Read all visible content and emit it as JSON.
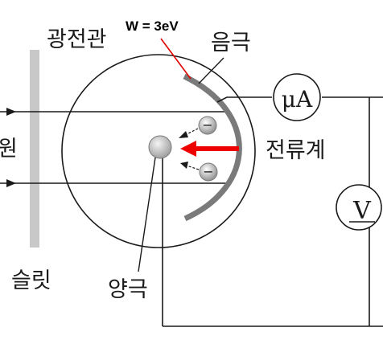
{
  "labels": {
    "work_function": "W = 3eV",
    "cathode": "음극",
    "phototube": "광전관",
    "light_source_partial": "원",
    "galvanometer": "전류계",
    "slit": "슬릿",
    "anode": "양극",
    "ammeter_symbol": "μA",
    "voltmeter_symbol": "V"
  },
  "colors": {
    "line": "#1a1a1a",
    "slit_bar": "#c8c8c8",
    "cathode_plate": "#7a7a7a",
    "force_arrow": "#ee0000",
    "pointer_line": "#e00000"
  },
  "electron_sign": "−"
}
